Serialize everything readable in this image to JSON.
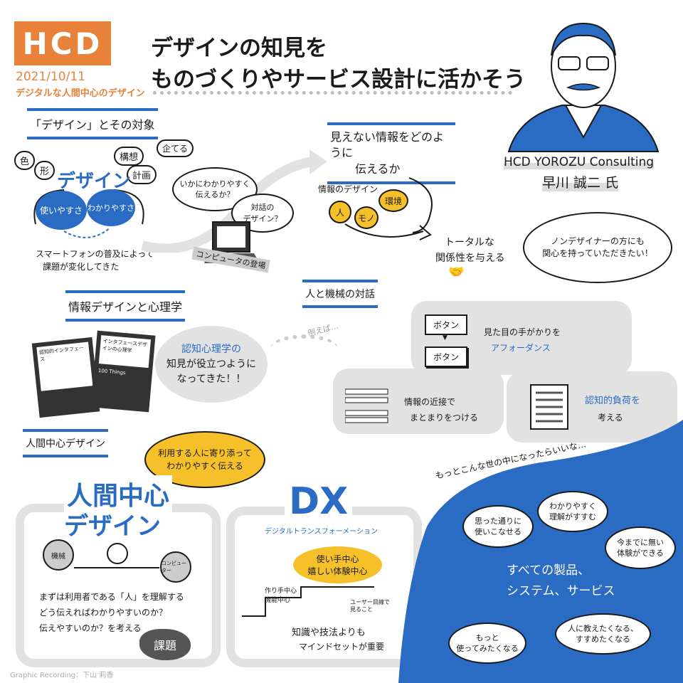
{
  "header": {
    "logo": "HCD",
    "date": "2021/10/11",
    "subtitle": "デジタルな人間中心のデザイン",
    "title_line1": "デザインの知見を",
    "title_line2": "ものづくりやサービス設計に活かそう"
  },
  "speaker": {
    "company": "HCD YOROZU Consulting",
    "name": "早川 誠二 氏",
    "quote_line1": "ノンデザイナーの方にも",
    "quote_line2": "関心を持っていただきたい！"
  },
  "section1": {
    "heading": "「デザイン」とその対象",
    "clouds": [
      "色",
      "形",
      "構想",
      "計画",
      "企てる"
    ],
    "big": "デザイン",
    "ovals": [
      "使いやすさ",
      "わかりやすさ"
    ],
    "note_line1": "スマートフォンの普及によって",
    "note_line2": "課題が変化してきた",
    "bubble1_line1": "いかにわかりやすく",
    "bubble1_line2": "伝えるか？",
    "bubble2_line1": "対話の",
    "bubble2_line2": "デザイン？",
    "laptop_label": "コンピュータの登場"
  },
  "section2": {
    "heading_line1": "見えない情報をどのように",
    "heading_line2": "伝えるか",
    "label": "情報のデザイン",
    "circles": [
      "人",
      "モノ",
      "環境"
    ],
    "result_line1": "トータルな",
    "result_line2": "関係性を与える"
  },
  "section3": {
    "heading": "情報デザインと心理学",
    "book1": "認知的インタフェース",
    "book2": "インタフェースデザインの心理学",
    "book2_sub": "100 Things",
    "bubble_line1": "認知心理学の",
    "bubble_line2": "知見が役立つように",
    "bubble_line3": "なってきた！！",
    "example": "例えば…"
  },
  "section4": {
    "heading": "人と機械の対話",
    "button1": "ボタン",
    "button2": "ボタン",
    "affordance_line1": "見た目の手がかりを",
    "affordance_line2": "アフォーダンス",
    "proximity_line1": "情報の近接で",
    "proximity_line2": "まとまりをつける",
    "load_line1": "認知的負荷を",
    "load_line2": "考える"
  },
  "section5": {
    "heading": "人間中心デザイン",
    "bubble_line1": "利用する人に寄り添って",
    "bubble_line2": "わかりやすく伝える",
    "big_line1": "人間中心",
    "big_line2": "デザイン",
    "machine": "機械",
    "computer": "コンピューター",
    "text_line1": "まずは利用者である「人」を理解する",
    "text_line2": "どう伝えればわかりやすいのか？",
    "text_line3": "伝えやすいのか？を考える",
    "badge": "課題"
  },
  "section6": {
    "big": "DX",
    "sub": "デジタルトランスフォーメーション",
    "goal_line1": "使い手中心",
    "goal_line2": "嬉しい体験中心",
    "step_line1": "作り手中心",
    "step_line2": "機能中心",
    "user_line1": "ユーザー目線で",
    "user_line2": "見ること",
    "text_line1": "知識や技法よりも",
    "text_line2": "マインドセットが重要"
  },
  "future": {
    "heading": "もっとこんな世の中になったらいいな…",
    "bubbles": [
      [
        "思った通りに",
        "使いこなせる"
      ],
      [
        "わかりやすく",
        "理解がすすむ"
      ],
      [
        "今までに無い",
        "体験ができる"
      ],
      [
        "もっと",
        "使ってみたくなる"
      ],
      [
        "人に教えたくなる、",
        "すすめたくなる"
      ]
    ],
    "center_line1": "すべての製品、",
    "center_line2": "システム、サービス"
  },
  "credit": "Graphic Recording：下山 莉香",
  "colors": {
    "blue": "#2a6bc4",
    "orange": "#e8813a",
    "yellow": "#f6c02b",
    "gray": "#e2e2e2"
  }
}
